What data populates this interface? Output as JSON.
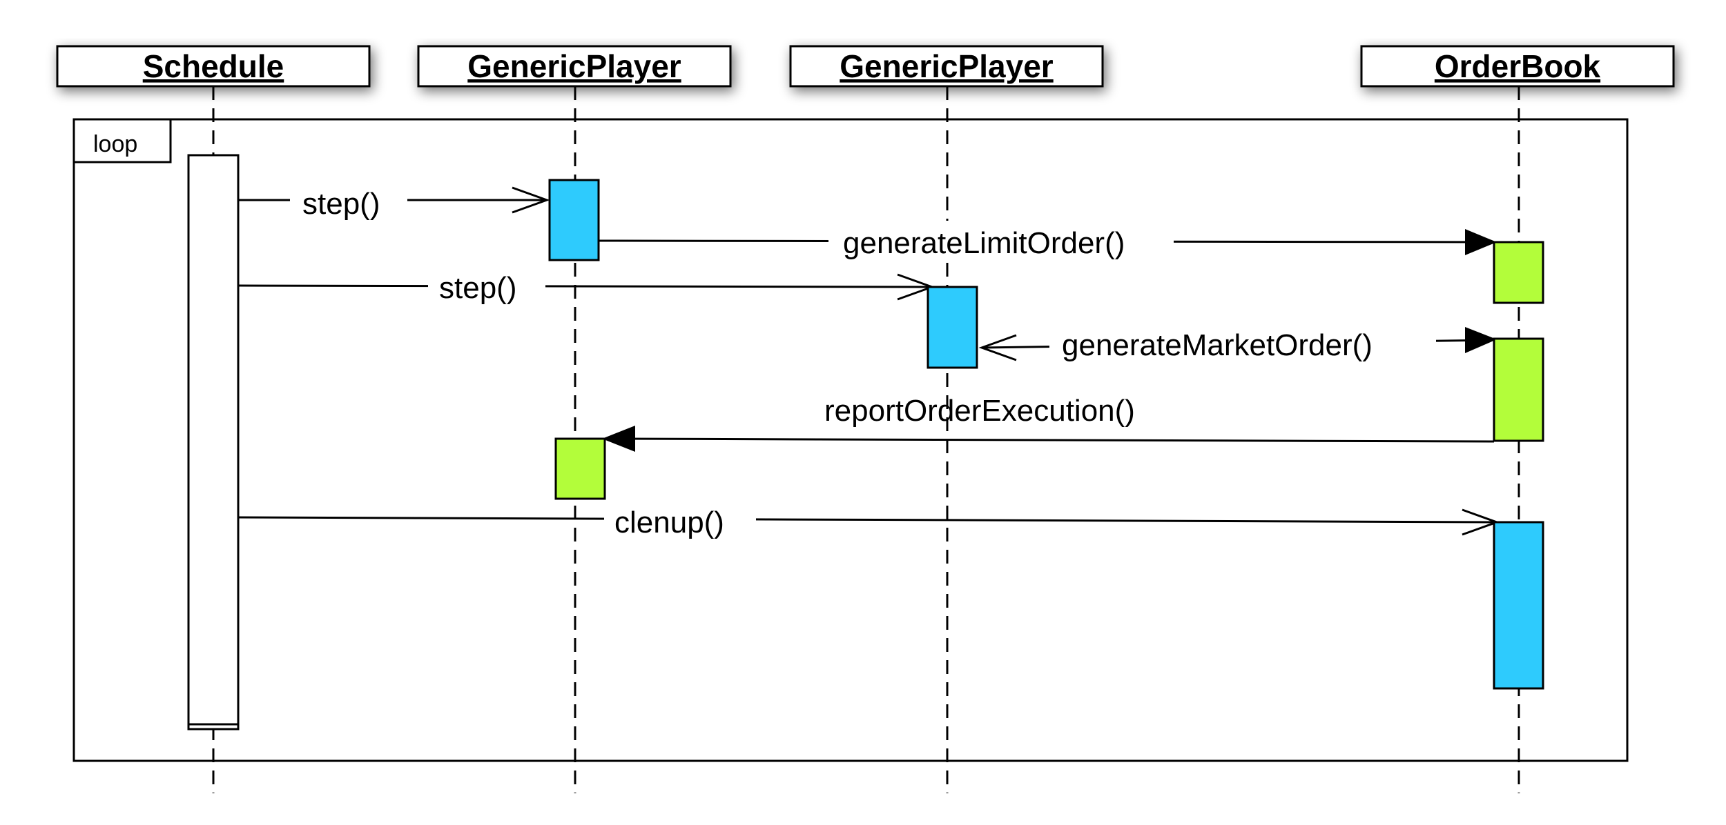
{
  "participants": [
    {
      "name": "Schedule"
    },
    {
      "name": "GenericPlayer"
    },
    {
      "name": "GenericPlayer"
    },
    {
      "name": "OrderBook"
    }
  ],
  "frame": {
    "label": "loop"
  },
  "messages": [
    {
      "label": "step()",
      "from": "Schedule",
      "to": "GenericPlayer (1)",
      "arrow": "open"
    },
    {
      "label": "generateLimitOrder()",
      "from": "GenericPlayer (1)",
      "to": "OrderBook",
      "arrow": "filled"
    },
    {
      "label": "step()",
      "from": "Schedule",
      "to": "GenericPlayer (2)",
      "arrow": "open"
    },
    {
      "label": "generateMarketOrder()",
      "from": "GenericPlayer (2)",
      "to": "OrderBook",
      "arrow": "filled"
    },
    {
      "label": "reportOrderExecution()",
      "from": "OrderBook",
      "to": "GenericPlayer (1)",
      "arrow": "filled"
    },
    {
      "label": "clenup()",
      "from": "Schedule",
      "to": "OrderBook",
      "arrow": "open"
    }
  ],
  "colors": {
    "activation_blue": "#2ecbfd",
    "activation_green": "#b3fd3a"
  }
}
